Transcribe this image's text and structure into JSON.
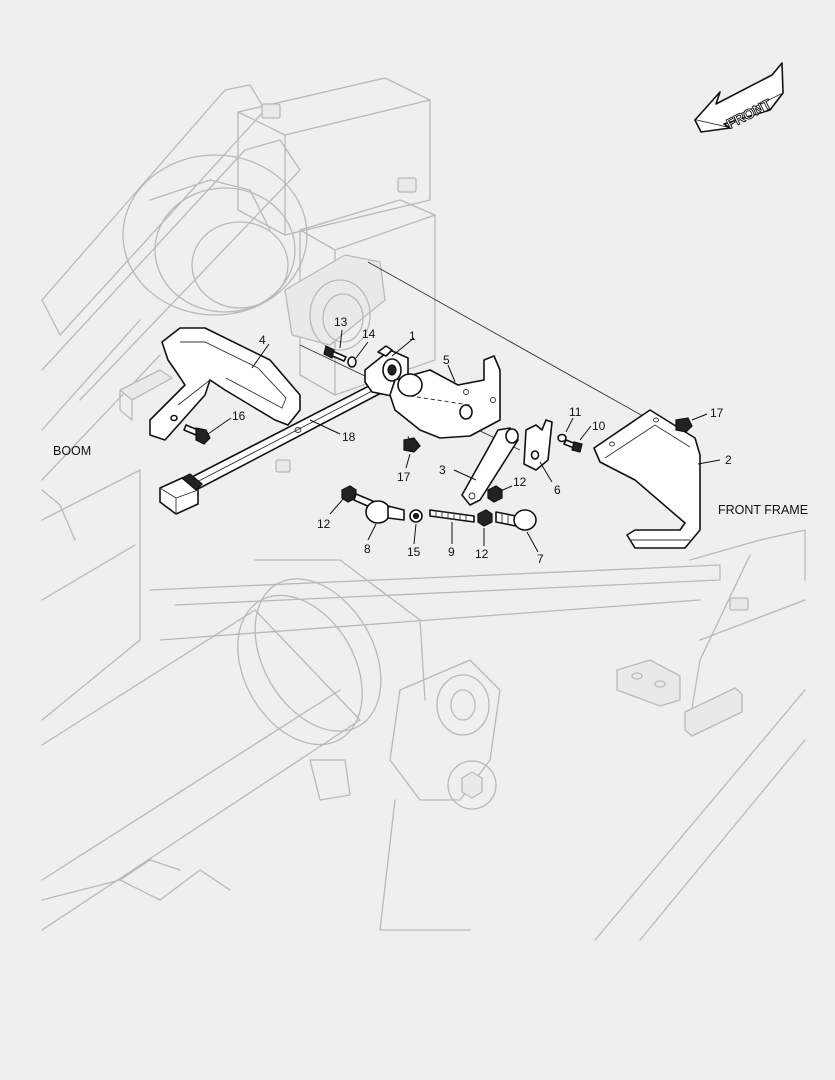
{
  "labels": {
    "boom": "BOOM",
    "front_frame": "FRONT FRAME",
    "front_arrow": "FRONT"
  },
  "callouts": {
    "c1": "1",
    "c2": "2",
    "c3": "3",
    "c4": "4",
    "c5": "5",
    "c6": "6",
    "c7": "7",
    "c8": "8",
    "c9": "9",
    "c10": "10",
    "c11": "11",
    "c12a": "12",
    "c12b": "12",
    "c12c": "12",
    "c13": "13",
    "c14": "14",
    "c15": "15",
    "c16": "16",
    "c17a": "17",
    "c17b": "17",
    "c18": "18"
  }
}
